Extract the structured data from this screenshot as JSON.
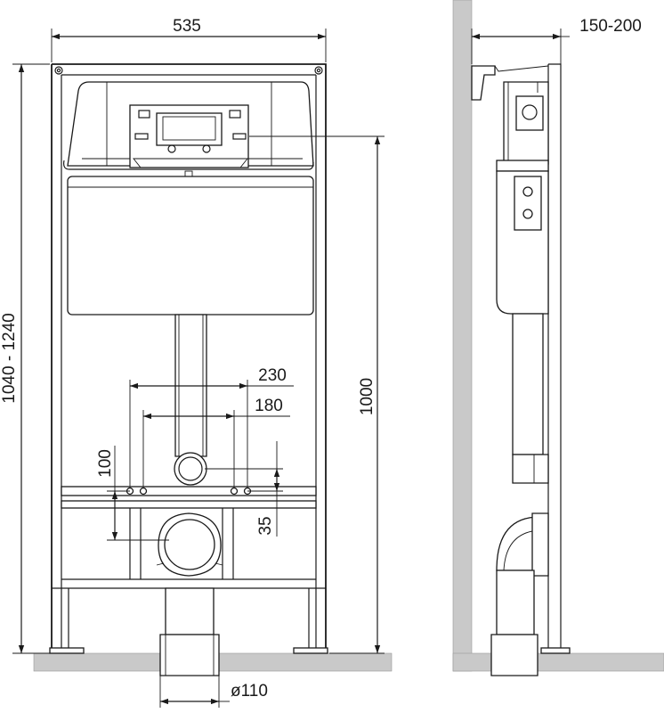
{
  "dimensions": {
    "frame_width": "535",
    "wall_distance": "150-200",
    "total_height": "1040 - 1240",
    "height_1000": "1000",
    "bolt_spacing_outer": "230",
    "bolt_spacing_inner": "180",
    "height_100": "100",
    "height_35": "35",
    "drain_diameter": "ø110"
  },
  "colors": {
    "line": "#1a1a1a",
    "floor_wall_fill": "#c9c9c9"
  }
}
